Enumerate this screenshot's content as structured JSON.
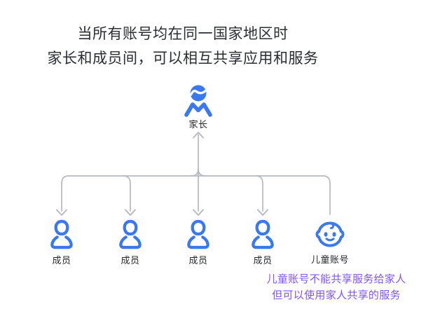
{
  "title": {
    "line1": "当所有账号均在同一国家地区时",
    "line2": "家长和成员间，可以相互共享应用和服务"
  },
  "tree": {
    "parent": {
      "label": "家长"
    },
    "members": [
      {
        "label": "成员"
      },
      {
        "label": "成员"
      },
      {
        "label": "成员"
      },
      {
        "label": "成员"
      }
    ],
    "child": {
      "label": "儿童账号"
    }
  },
  "note": {
    "line1": "儿童账号不能共享服务给家人",
    "line2": "但可以使用家人共享的服务"
  },
  "colors": {
    "icon_blue": "#3a78f0",
    "connector_gray": "#b6bac0",
    "title_text": "#2a2d32",
    "label_text": "#26272b",
    "note_purple": "#8053f2",
    "background": "#ffffff"
  }
}
